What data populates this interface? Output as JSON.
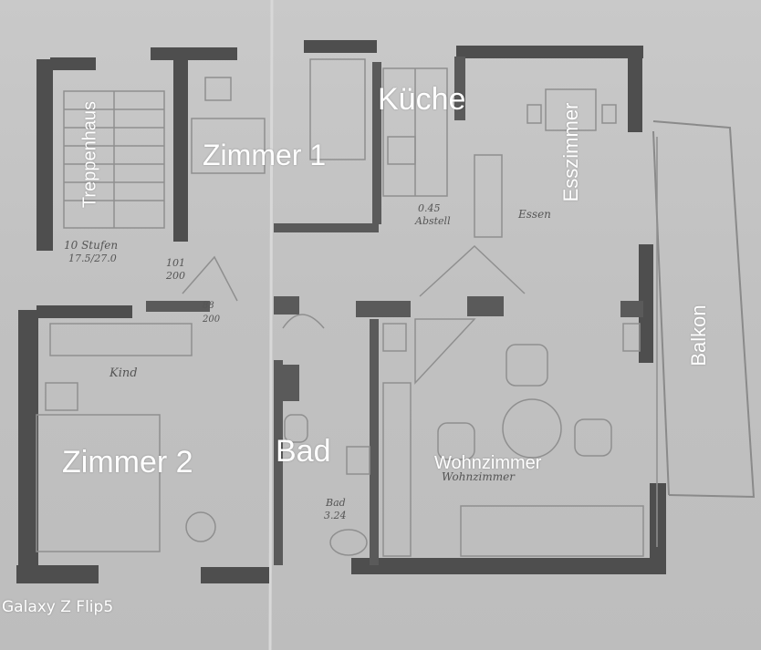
{
  "rooms": {
    "treppenhaus": "Treppenhaus",
    "zimmer1": "Zimmer 1",
    "kueche": "Küche",
    "esszimmer": "Esszimmer",
    "balkon": "Balkon",
    "zimmer2": "Zimmer 2",
    "bad": "Bad",
    "wohnzimmer": "Wohnzimmer"
  },
  "handwritten": {
    "fl1": "10 Stufen",
    "fl2": "17.5/27.0",
    "dim1": "101",
    "dim2": "200",
    "kitchen_area": "0.45",
    "kitchen_note": "Abstell",
    "essen": "Essen",
    "bad_area": "Bad",
    "bad_dim": "3.24",
    "kind": "Kind",
    "wohn": "Wohnzimmer",
    "d1": "88",
    "d2": "200"
  },
  "watermark": "Galaxy Z Flip5",
  "colors": {
    "wall": "#4e4e4e",
    "line": "#8a8a8a",
    "label": "#ffffff"
  }
}
